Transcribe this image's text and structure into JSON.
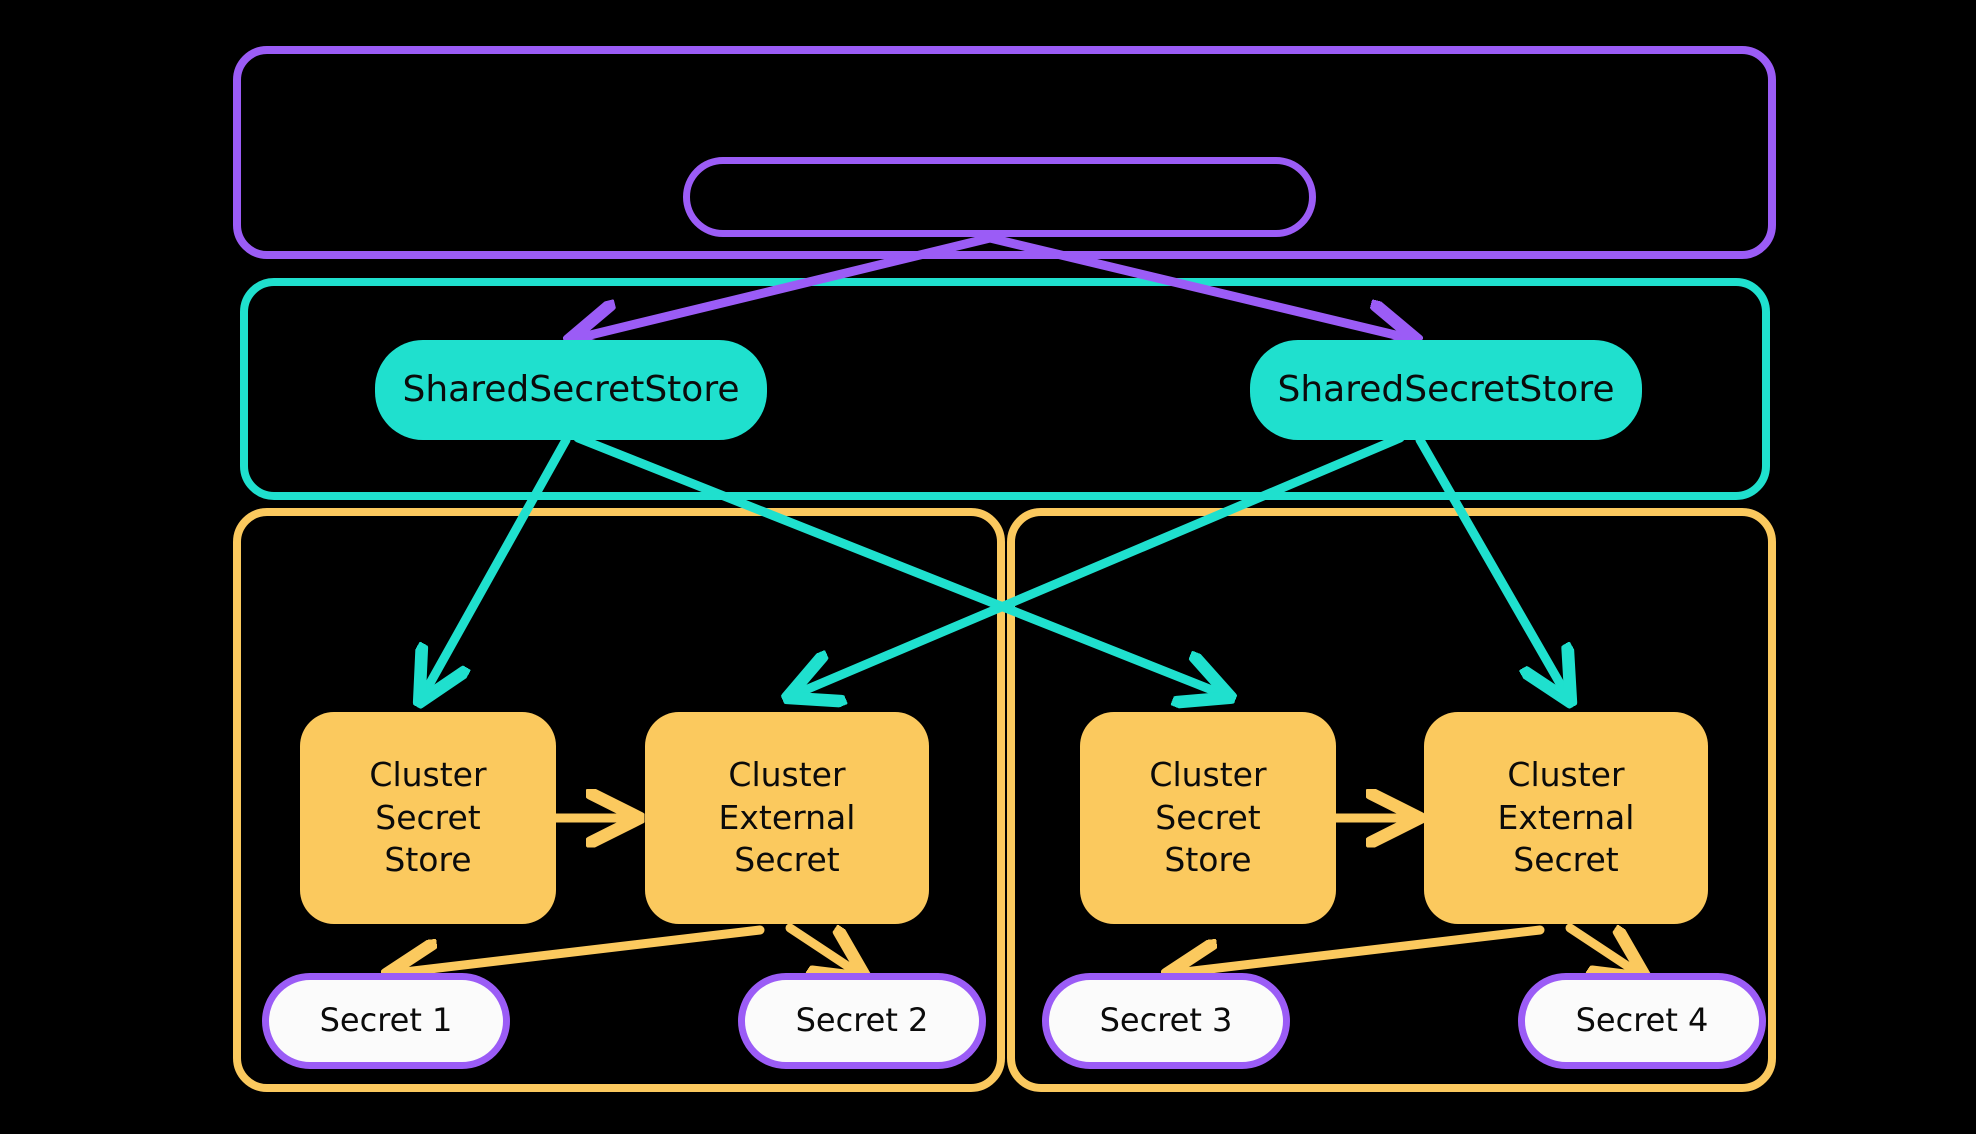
{
  "diagram": {
    "title": "External Secrets Operator shared secret store topology",
    "background": "#000000",
    "colors": {
      "purple": "#9B5CF6",
      "teal": "#1FE0CE",
      "yellow": "#FBC95E",
      "secret_fill": "#FBFBFB",
      "text": "#0b0b0b"
    }
  },
  "containers": {
    "purple_outer": {
      "label": "",
      "color": "#9B5CF6"
    },
    "teal_outer": {
      "label": "",
      "color": "#1FE0CE"
    },
    "yellow_left": {
      "label": "",
      "color": "#FBC95E"
    },
    "yellow_right": {
      "label": "",
      "color": "#FBC95E"
    }
  },
  "nodes": {
    "top_pill": {
      "label": ""
    },
    "shared_store_left": {
      "label": "SharedSecretStore"
    },
    "shared_store_right": {
      "label": "SharedSecretStore"
    },
    "cluster_secret_store_left": {
      "label": "Cluster\nSecret\nStore"
    },
    "cluster_external_secret_left": {
      "label": "Cluster\nExternal\nSecret"
    },
    "cluster_secret_store_right": {
      "label": "Cluster\nSecret\nStore"
    },
    "cluster_external_secret_right": {
      "label": "Cluster\nExternal\nSecret"
    },
    "secret_1": {
      "label": "Secret 1"
    },
    "secret_2": {
      "label": "Secret 2"
    },
    "secret_3": {
      "label": "Secret 3"
    },
    "secret_4": {
      "label": "Secret 4"
    }
  },
  "edges": [
    {
      "name": "top-pill-to-shared-store-left",
      "color": "#9B5CF6"
    },
    {
      "name": "top-pill-to-shared-store-right",
      "color": "#9B5CF6"
    },
    {
      "name": "shared-store-left-to-cluster-secret-store-left",
      "color": "#1FE0CE"
    },
    {
      "name": "shared-store-left-to-cluster-secret-store-right",
      "color": "#1FE0CE"
    },
    {
      "name": "shared-store-right-to-cluster-external-secret-left",
      "color": "#1FE0CE"
    },
    {
      "name": "shared-store-right-to-cluster-external-secret-right",
      "color": "#1FE0CE"
    },
    {
      "name": "cluster-secret-store-left-to-cluster-external-secret-left",
      "color": "#FBC95E"
    },
    {
      "name": "cluster-secret-store-right-to-cluster-external-secret-right",
      "color": "#FBC95E"
    },
    {
      "name": "cluster-external-secret-left-to-secret-1",
      "color": "#FBC95E"
    },
    {
      "name": "cluster-external-secret-left-to-secret-2",
      "color": "#FBC95E"
    },
    {
      "name": "cluster-external-secret-right-to-secret-3",
      "color": "#FBC95E"
    },
    {
      "name": "cluster-external-secret-right-to-secret-4",
      "color": "#FBC95E"
    }
  ]
}
